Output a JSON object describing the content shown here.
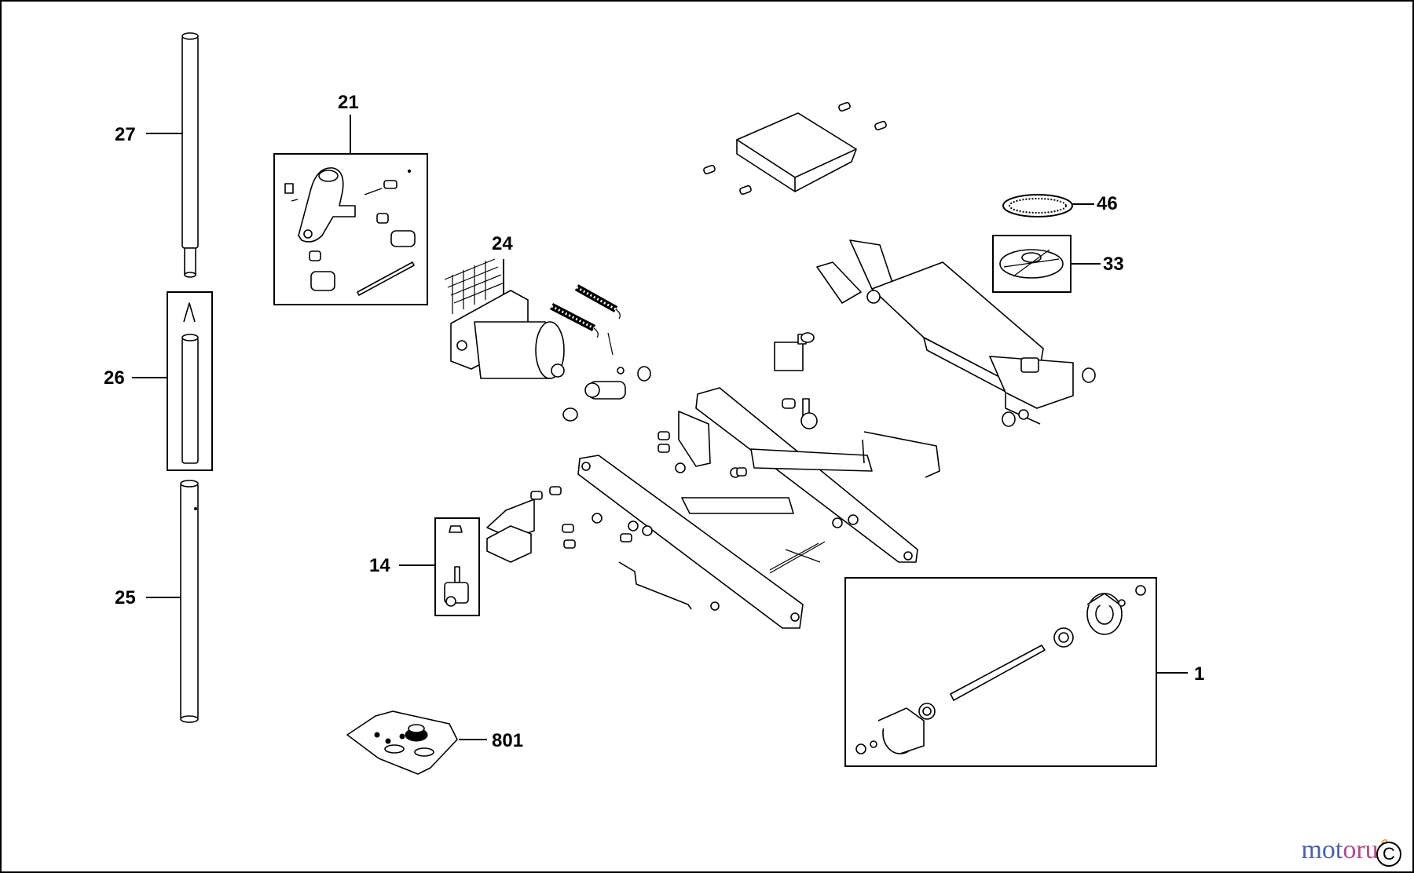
{
  "callouts": {
    "c27": "27",
    "c26": "26",
    "c25": "25",
    "c21": "21",
    "c24": "24",
    "c46": "46",
    "c33": "33",
    "c14": "14",
    "c1": "1",
    "c801": "801"
  },
  "watermark": {
    "part1": "mot",
    "part2": "oru",
    "part3": "f"
  },
  "corner_mark": "C"
}
